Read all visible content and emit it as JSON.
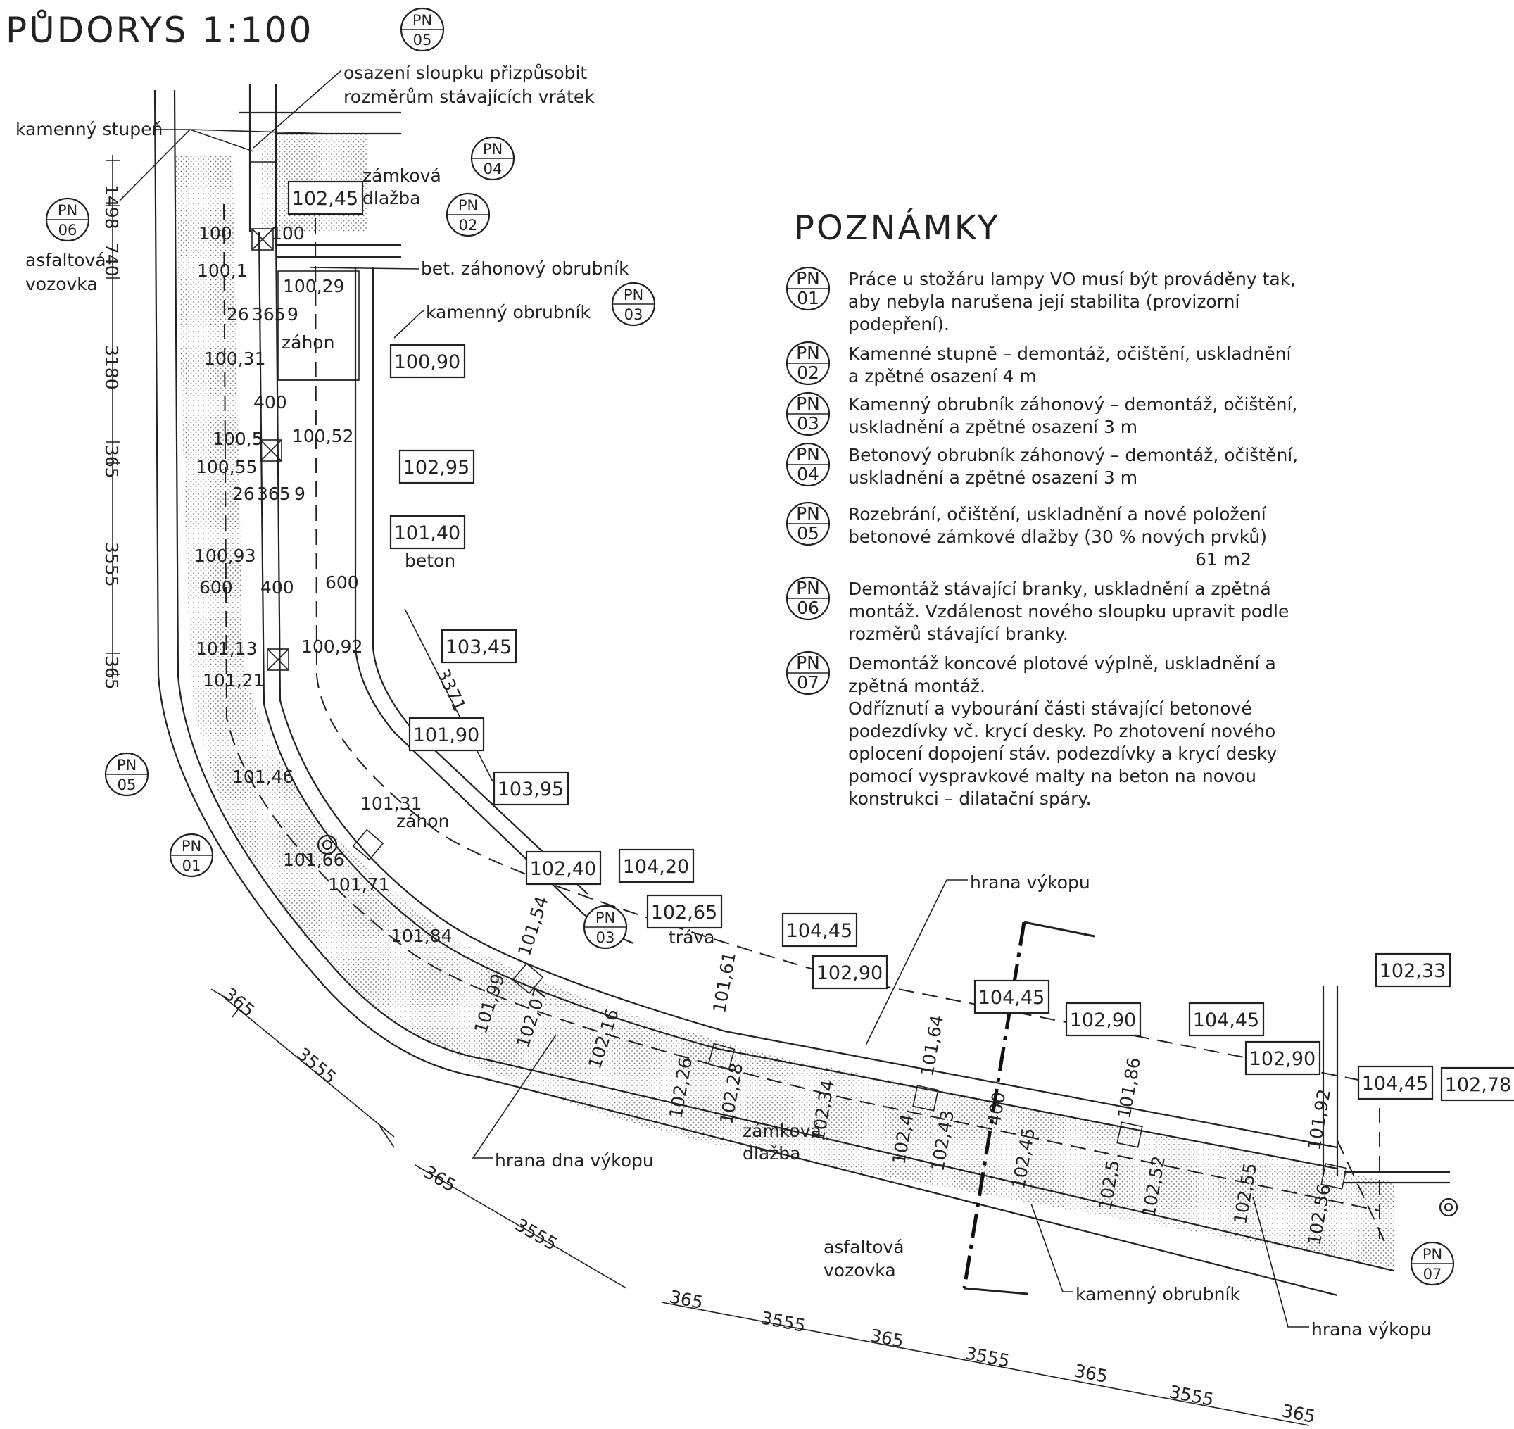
{
  "title": "PŮDORYS  1:100",
  "notes_heading": "POZNÁMKY",
  "notes": [
    {
      "pn": "01",
      "lines": [
        "Práce u stožáru lampy VO musí být prováděny tak,",
        "aby nebyla narušena její stabilita (provizorní",
        "podepření)."
      ]
    },
    {
      "pn": "02",
      "lines": [
        "Kamenné stupně – demontáž, očištění, uskladnění",
        "a zpětné osazení          4 m"
      ]
    },
    {
      "pn": "03",
      "lines": [
        "Kamenný obrubník záhonový – demontáž, očištění,",
        "uskladnění a zpětné osazení          3 m"
      ]
    },
    {
      "pn": "04",
      "lines": [
        "Betonový obrubník záhonový – demontáž, očištění,",
        "uskladnění a zpětné osazení          3 m"
      ]
    },
    {
      "pn": "05",
      "lines": [
        "Rozebrání, očištění, uskladnění a nové položení",
        "betonové zámkové dlažby (30 % nových prvků)",
        "61 m2"
      ]
    },
    {
      "pn": "06",
      "lines": [
        "Demontáž stávající branky, uskladnění a zpětná",
        "montáž. Vzdálenost nového sloupku upravit podle",
        "rozměrů stávající branky."
      ]
    },
    {
      "pn": "07",
      "lines": [
        "Demontáž koncové plotové výplně, uskladnění a",
        "zpětná montáž.",
        "Odříznutí a vybourání části stávající betonové",
        "podezdívky vč. krycí desky. Po zhotovení nového",
        "oplocení dopojení stáv. podezdívky a krycí desky",
        "pomocí vyspravkové malty na beton na novou",
        "konstrukci – dilatační spáry."
      ]
    }
  ],
  "pn_prefix": "PN",
  "callouts": {
    "post": [
      "osazení sloupku přizpůsobit",
      "rozměrům stávajících vrátek"
    ],
    "stone_step": "kamenný stupeň",
    "asphalt": [
      "asfaltová",
      "vozovka"
    ],
    "paving": [
      "zámková",
      "dlažba"
    ],
    "concrete_curb": "bet. záhonový obrubník",
    "stone_curb": "kamenný obrubník",
    "flowerbed": "záhon",
    "concrete": "beton",
    "grass": "tráva",
    "excavation_edge": "hrana výkopu",
    "excavation_bottom": "hrana dna výkopu"
  },
  "boxed_levels": [
    "102,45",
    "100,90",
    "102,95",
    "101,40",
    "103,45",
    "101,90",
    "103,95",
    "102,40",
    "104,20",
    "102,65",
    "104,45",
    "102,90",
    "104,45",
    "102,90",
    "104,45",
    "102,90",
    "104,45",
    "102,33",
    "102,78"
  ],
  "levels": [
    "100",
    "100",
    "100,1",
    "100,29",
    "100,31",
    "100,5",
    "100,52",
    "100,55",
    "100,93",
    "101,13",
    "100,92",
    "101,21",
    "101,46",
    "101,31",
    "101,66",
    "101,71",
    "101,84",
    "101,54",
    "101,99",
    "102,07",
    "102,16",
    "101,61",
    "102,26",
    "102,28",
    "102,34",
    "101,64",
    "102,4",
    "102,43",
    "102,45",
    "101,86",
    "102,5",
    "102,52",
    "102,55",
    "101,92",
    "102,56"
  ],
  "dims": {
    "left_chain": [
      "1498",
      "740",
      "3180",
      "365",
      "3555",
      "365"
    ],
    "widths": [
      "26",
      "365",
      "9",
      "400",
      "26",
      "365",
      "9",
      "600",
      "400",
      "600",
      "400"
    ],
    "diag": "3371",
    "segments": [
      "365",
      "3555",
      "365",
      "3555",
      "365",
      "3555",
      "365",
      "3555",
      "365",
      "3555",
      "365"
    ]
  }
}
